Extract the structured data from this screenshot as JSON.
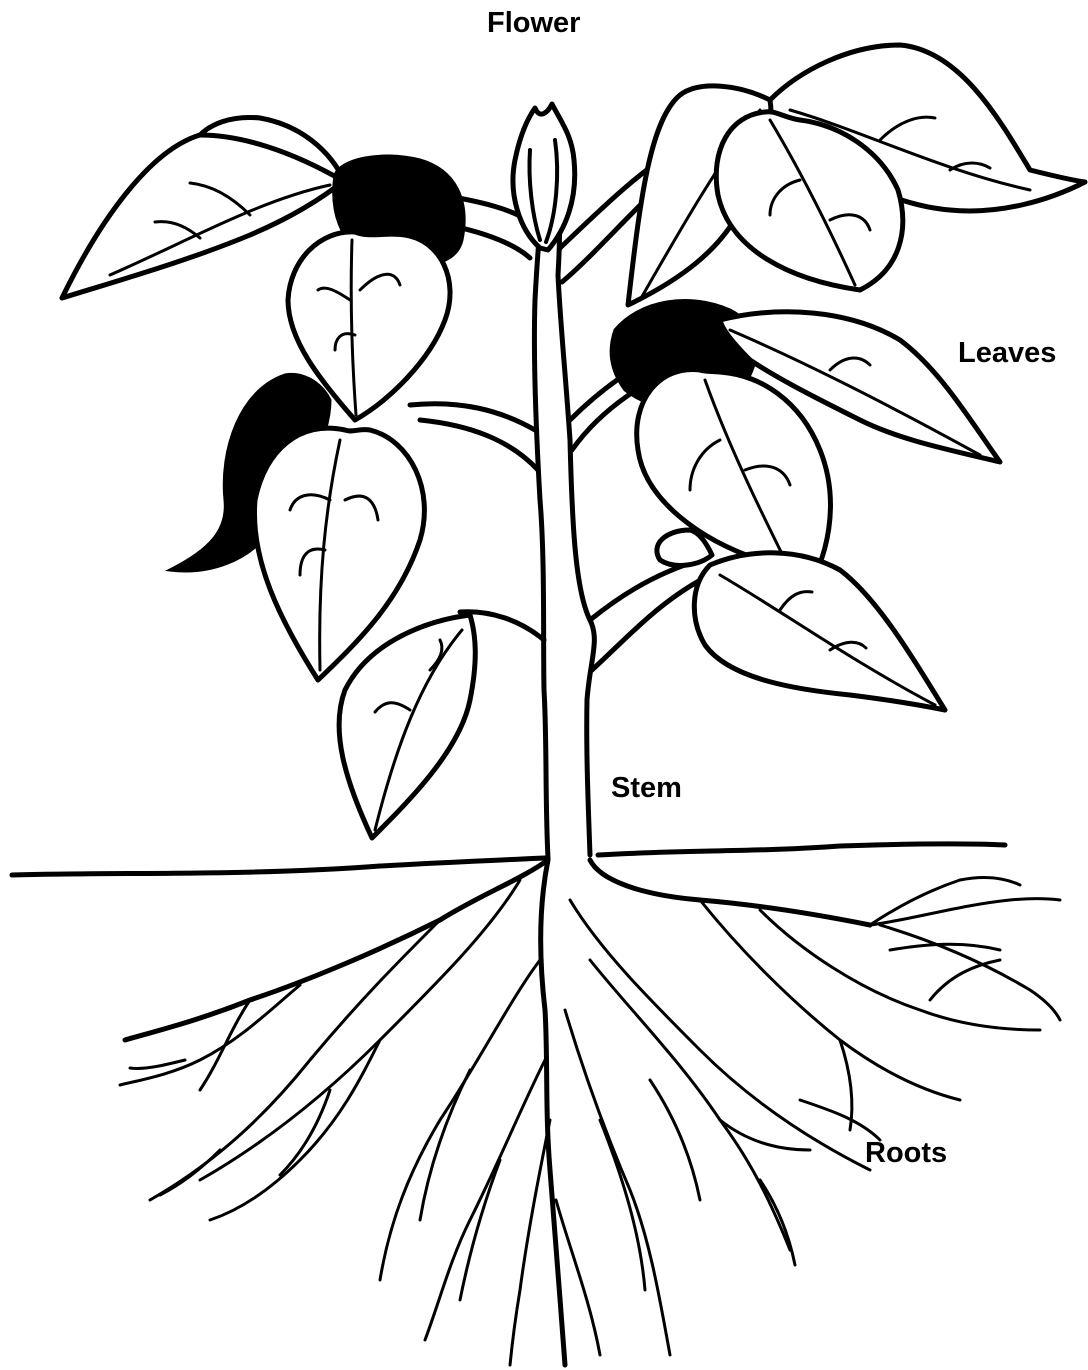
{
  "labels": {
    "flower": "Flower",
    "leaves": "Leaves",
    "stem": "Stem",
    "roots": "Roots"
  },
  "colors": {
    "line": "#000000",
    "background": "#ffffff"
  }
}
